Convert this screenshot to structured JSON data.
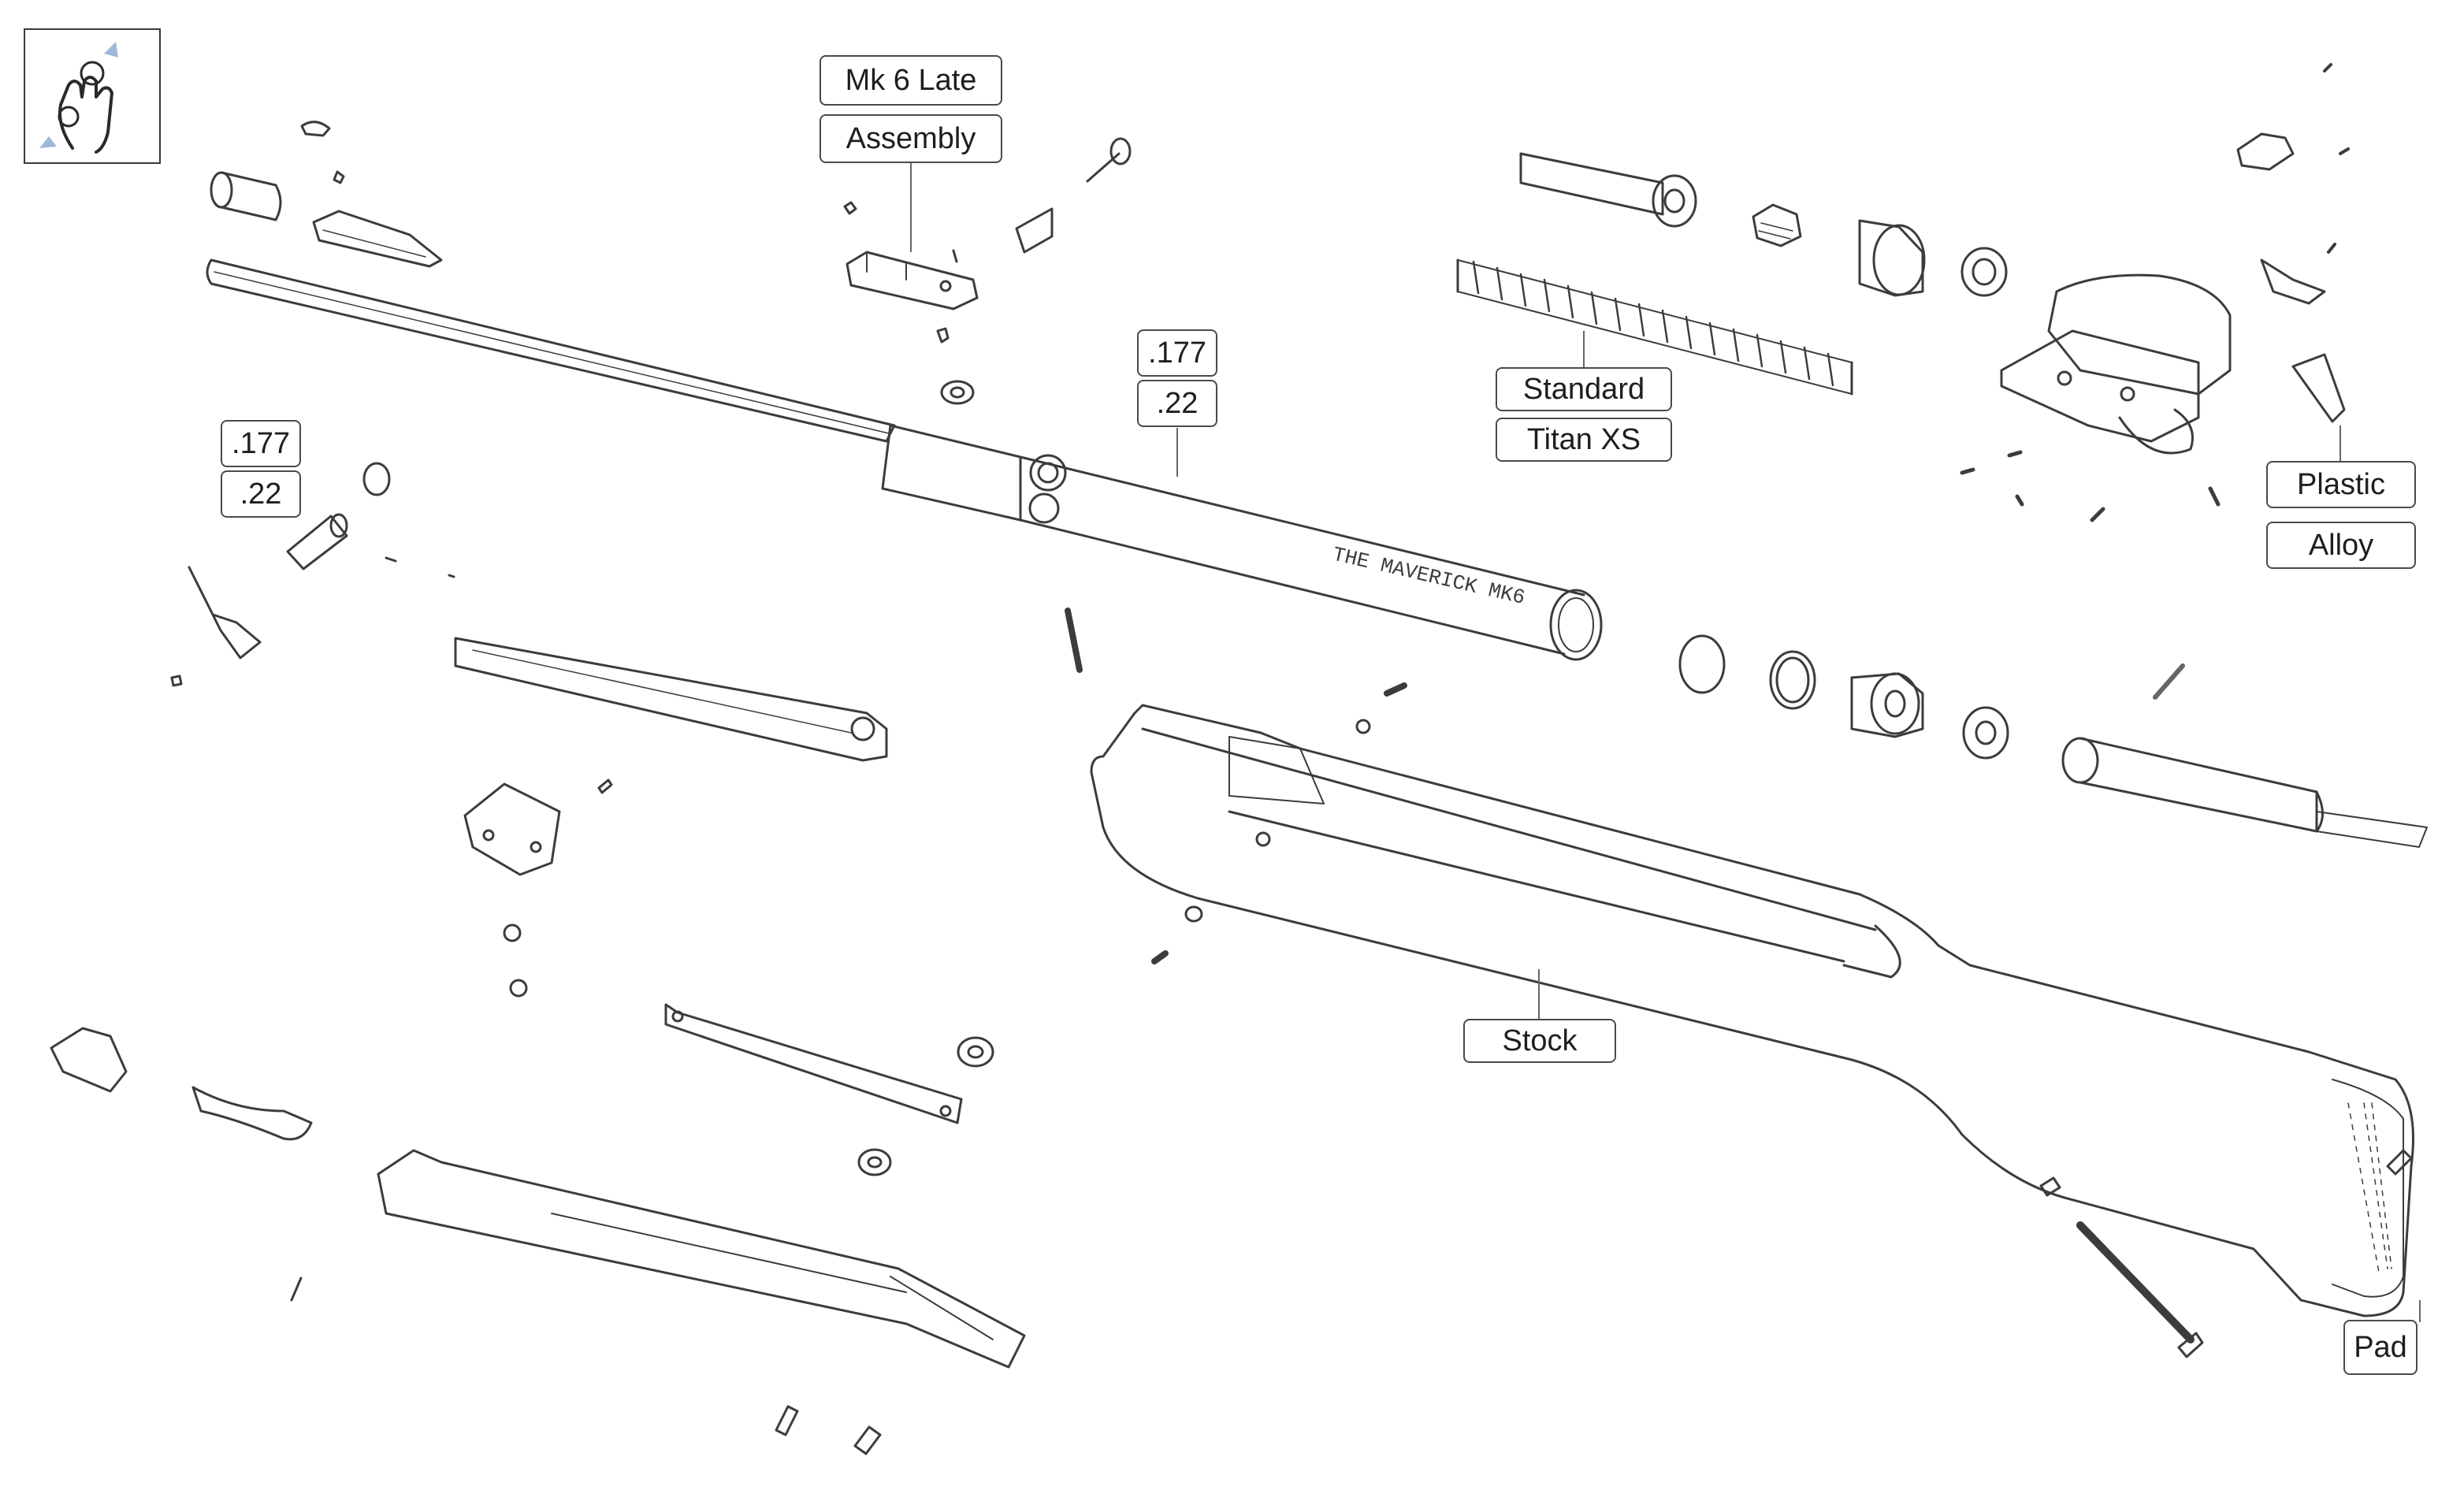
{
  "diagram": {
    "hint_icon": "pinch-zoom-gesture-icon",
    "line_color": "#3c3c3c",
    "label_border_color": "#4a4a4a",
    "labels": {
      "breech_block_top": "Mk 6 Late",
      "breech_block_bottom": "Assembly",
      "compression_tube_top": ".177",
      "compression_tube_bottom": ".22",
      "barrel_top": ".177",
      "barrel_bottom": ".22",
      "spring_top": "Standard",
      "spring_bottom": "Titan XS",
      "trigger_top": "Plastic",
      "trigger_bottom": "Alloy",
      "stock": "Stock",
      "pad": "Pad"
    }
  }
}
